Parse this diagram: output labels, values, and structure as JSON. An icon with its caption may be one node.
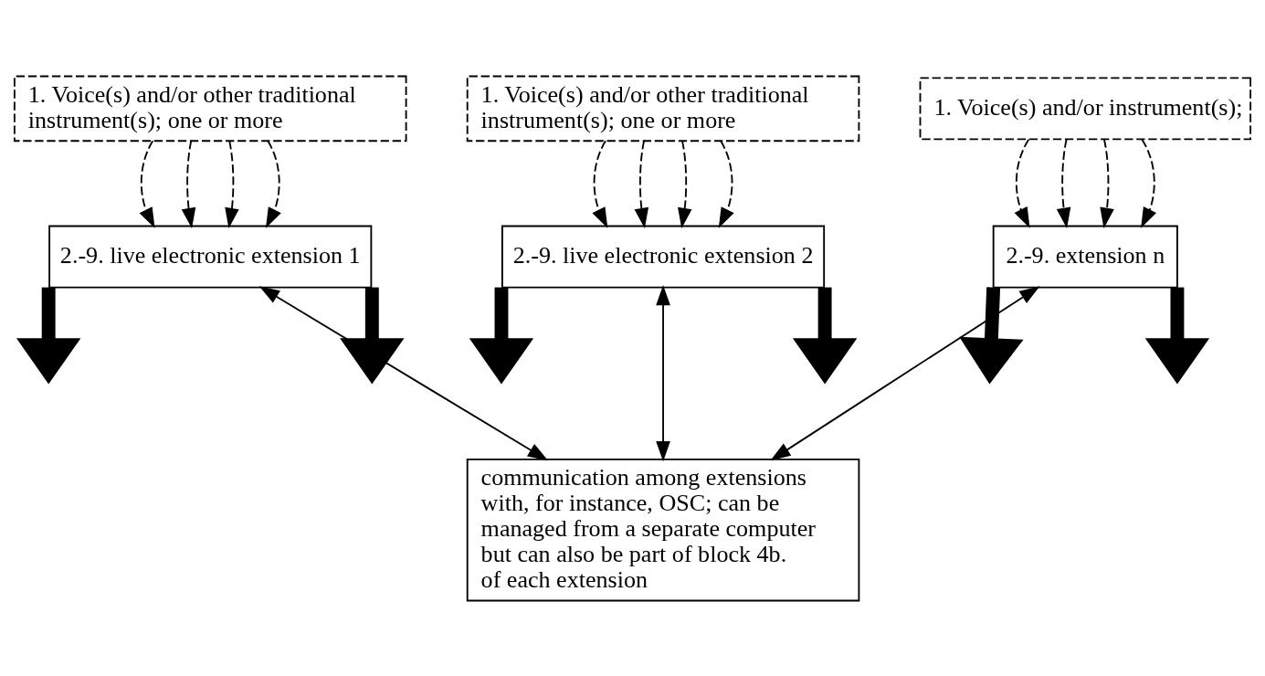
{
  "diagram": {
    "nodes": [
      {
        "text": [
          "1. Voice(s) and/or other traditional instrument(s); one or more"
        ]
      },
      {
        "text": [
          "1. Voice(s) and/or other traditional instrument(s); one or more"
        ]
      },
      {
        "text": [
          "1. Voice(s) and/or instrument(s);"
        ]
      },
      {
        "text": [
          "2.-9. live electronic extension 1"
        ]
      },
      {
        "text": [
          "2.-9. live electronic extension 2"
        ]
      },
      {
        "text": [
          "2.-9. extension n"
        ]
      },
      {
        "text": [
          "communication among extensions with, for instance, OSC; can be managed from a separate computer but can also be part of block 4b. of each extension"
        ]
      }
    ],
    "edges": [
      {
        "from": 0,
        "to": 3,
        "arrow": "to",
        "style": "dashed"
      },
      {
        "from": 0,
        "to": 3,
        "arrow": "to",
        "style": "dashed"
      },
      {
        "from": 0,
        "to": 3,
        "arrow": "to",
        "style": "dashed"
      },
      {
        "from": 0,
        "to": 3,
        "arrow": "to",
        "style": "dashed"
      },
      {
        "from": 1,
        "to": 4,
        "arrow": "to",
        "style": "dashed"
      },
      {
        "from": 1,
        "to": 4,
        "arrow": "to",
        "style": "dashed"
      },
      {
        "from": 1,
        "to": 4,
        "arrow": "to",
        "style": "dashed"
      },
      {
        "from": 1,
        "to": 4,
        "arrow": "to",
        "style": "dashed"
      },
      {
        "from": 2,
        "to": 5,
        "arrow": "to",
        "style": "dashed"
      },
      {
        "from": 2,
        "to": 5,
        "arrow": "to",
        "style": "dashed"
      },
      {
        "from": 2,
        "to": 5,
        "arrow": "to",
        "style": "dashed"
      },
      {
        "from": 2,
        "to": 5,
        "arrow": "to",
        "style": "dashed"
      },
      {
        "from": 3,
        "to": null,
        "arrow": "to",
        "style": "thick"
      },
      {
        "from": 3,
        "to": null,
        "arrow": "to",
        "style": "thick"
      },
      {
        "from": 4,
        "to": null,
        "arrow": "to",
        "style": "thick"
      },
      {
        "from": 4,
        "to": null,
        "arrow": "to",
        "style": "thick"
      },
      {
        "from": 5,
        "to": null,
        "arrow": "to",
        "style": "thick"
      },
      {
        "from": 5,
        "to": null,
        "arrow": "to",
        "style": "thick"
      },
      {
        "from": 3,
        "to": 6,
        "arrow": "both"
      },
      {
        "from": 4,
        "to": 6,
        "arrow": "both"
      },
      {
        "from": 5,
        "to": 6,
        "arrow": "both"
      }
    ]
  }
}
